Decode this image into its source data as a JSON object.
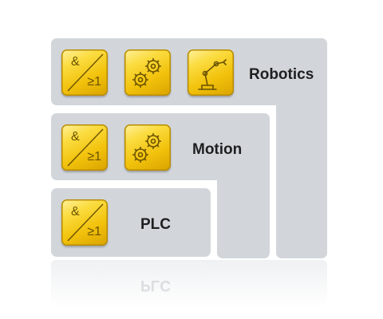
{
  "levels": {
    "robotics": {
      "label": "Robotics",
      "icons": [
        "logic-and-or",
        "gears",
        "robot-arm"
      ]
    },
    "motion": {
      "label": "Motion",
      "icons": [
        "logic-and-or",
        "gears"
      ]
    },
    "plc": {
      "label": "PLC",
      "icons": [
        "logic-and-or"
      ]
    }
  },
  "logic_symbol": {
    "and": "&",
    "or": "≥1"
  },
  "colors": {
    "panel": "#d2d6da",
    "button": "#f2c20c",
    "button_dark": "#6a5200",
    "text": "#1f1f1f"
  }
}
